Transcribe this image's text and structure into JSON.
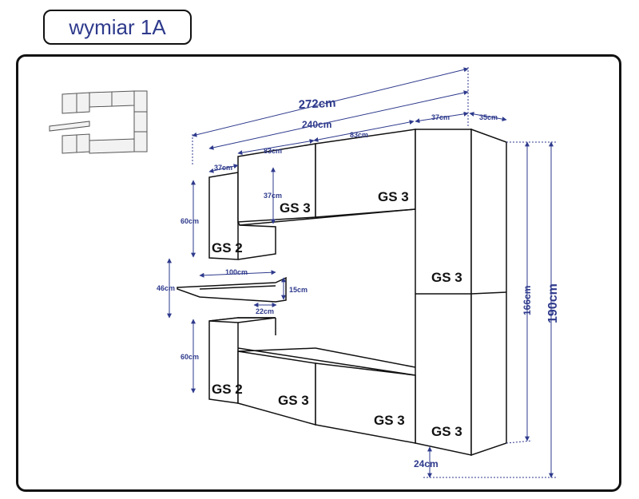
{
  "title": "wymiar 1A",
  "colors": {
    "dimension": "#2e3a8c",
    "line": "#111111"
  },
  "dimensions": {
    "total_width": "272cm",
    "inner_width": "240cm",
    "width_37_left": "37cm",
    "width_83_a": "83cm",
    "width_83_b": "83cm",
    "width_37_right": "37cm",
    "depth_35": "35cm",
    "height_37": "37cm",
    "height_60_top": "60cm",
    "height_46": "46cm",
    "shelf_100": "100cm",
    "height_15": "15cm",
    "depth_22": "22cm",
    "height_60_bottom": "60cm",
    "height_166": "166cm",
    "height_190": "190cm",
    "floor_24": "24cm"
  },
  "modules": {
    "gs2_top": "GS 2",
    "gs3_top_a": "GS 3",
    "gs3_top_b": "GS 3",
    "gs3_tower_upper": "GS 3",
    "gs2_bottom": "GS 2",
    "gs3_bottom_a": "GS 3",
    "gs3_bottom_b": "GS 3",
    "gs3_tower_lower": "GS 3"
  }
}
